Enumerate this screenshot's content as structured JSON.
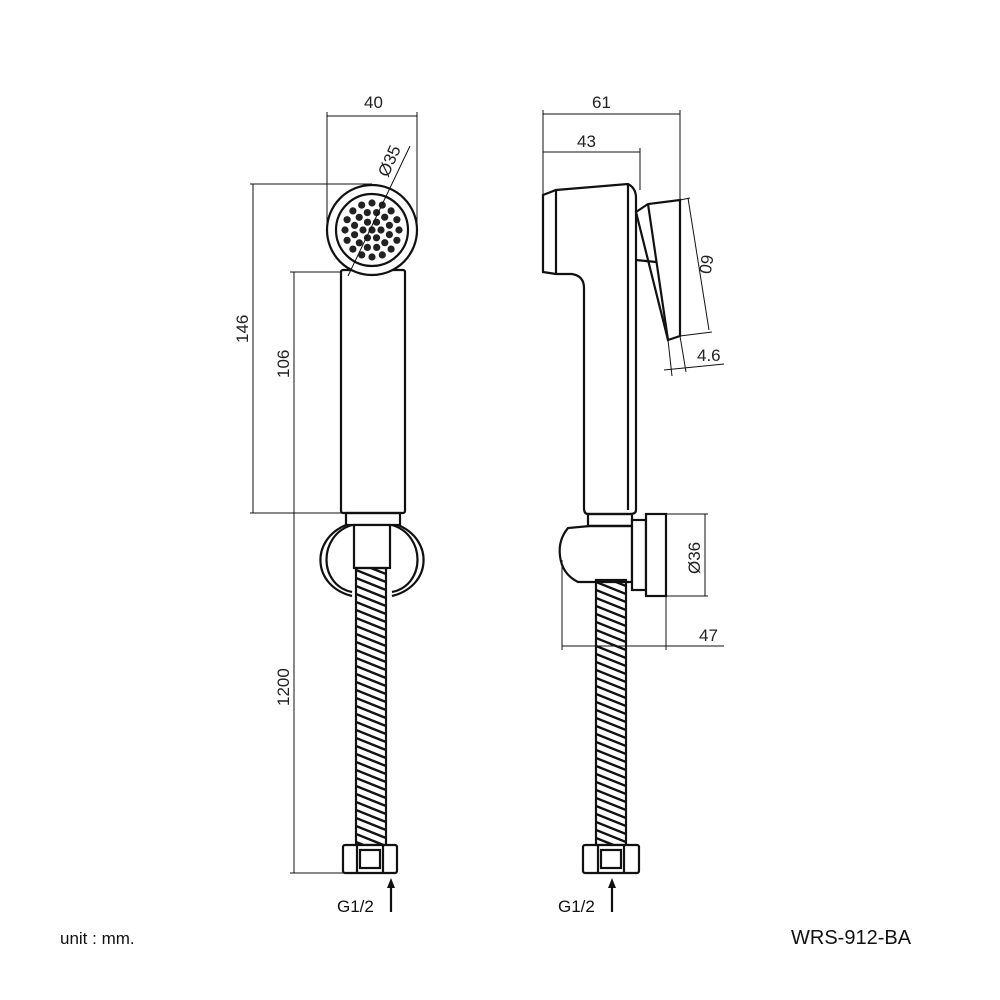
{
  "dimensions": {
    "front_width": "40",
    "front_diameter": "Ø35",
    "front_total_height": "146",
    "front_handle_height": "106",
    "front_hose_length": "1200",
    "side_total_depth": "61",
    "side_handle_depth": "43",
    "side_head_height": "60",
    "side_head_offset": "4.6",
    "side_holder_diameter": "Ø36",
    "side_holder_depth": "47"
  },
  "connections": {
    "front_thread": "G1/2",
    "side_thread": "G1/2"
  },
  "footer": {
    "unit_note": "unit : mm.",
    "model_code": "WRS-912-BA"
  }
}
